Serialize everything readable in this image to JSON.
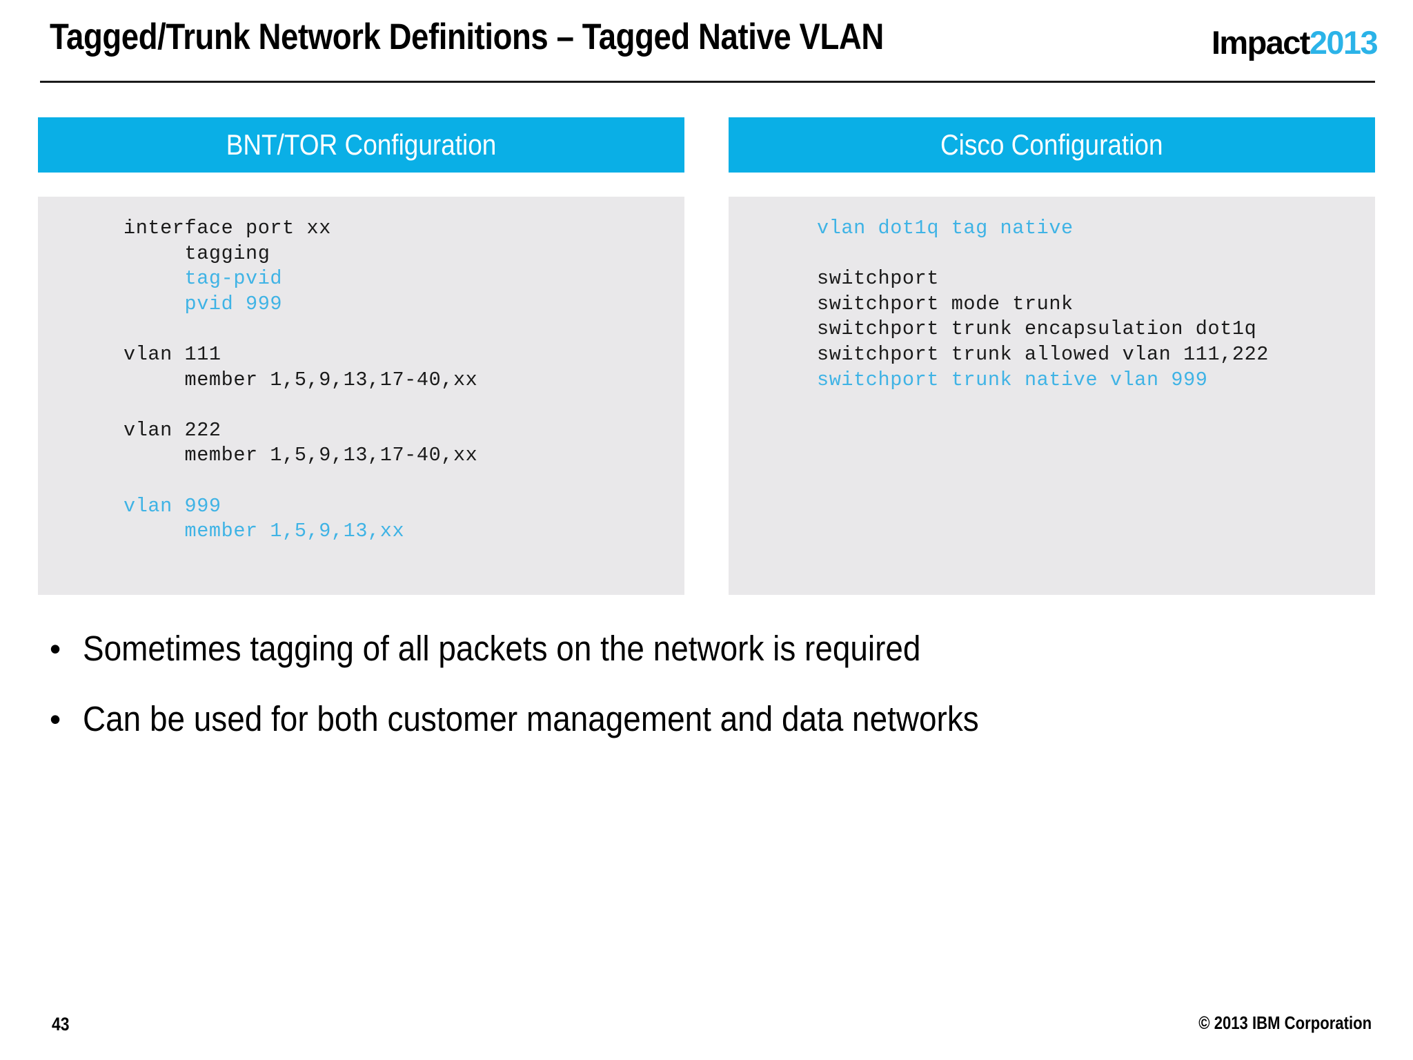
{
  "slide": {
    "title": "Tagged/Trunk Network Definitions – Tagged Native VLAN",
    "page_number": "43",
    "copyright": "© 2013 IBM Corporation",
    "accent_color": "#0AAFE6",
    "code_highlight_color": "#3FB3E5",
    "code_block_background": "#E9E8EA"
  },
  "logo": {
    "name": "Impact",
    "year": "2013",
    "name_color": "#000000",
    "year_color": "#2BB3E8"
  },
  "panels": [
    {
      "id": "bnt",
      "header": "BNT/TOR Configuration",
      "code_lines": [
        {
          "text": "interface port xx",
          "highlight": false
        },
        {
          "text": "     tagging",
          "highlight": false
        },
        {
          "text": "     tag-pvid",
          "highlight": true
        },
        {
          "text": "     pvid 999",
          "highlight": true
        },
        {
          "text": "",
          "highlight": false
        },
        {
          "text": "vlan 111",
          "highlight": false
        },
        {
          "text": "     member 1,5,9,13,17-40,xx",
          "highlight": false
        },
        {
          "text": "",
          "highlight": false
        },
        {
          "text": "vlan 222",
          "highlight": false
        },
        {
          "text": "     member 1,5,9,13,17-40,xx",
          "highlight": false
        },
        {
          "text": "",
          "highlight": false
        },
        {
          "text": "vlan 999",
          "highlight": true
        },
        {
          "text": "     member 1,5,9,13,xx",
          "highlight": true
        }
      ]
    },
    {
      "id": "cisco",
      "header": "Cisco Configuration",
      "code_lines": [
        {
          "text": "vlan dot1q tag native",
          "highlight": true
        },
        {
          "text": "",
          "highlight": false
        },
        {
          "text": "switchport",
          "highlight": false
        },
        {
          "text": "switchport mode trunk",
          "highlight": false
        },
        {
          "text": "switchport trunk encapsulation dot1q",
          "highlight": false
        },
        {
          "text": "switchport trunk allowed vlan 111,222",
          "highlight": false
        },
        {
          "text": "switchport trunk native vlan 999",
          "highlight": true
        }
      ]
    }
  ],
  "bullets": [
    {
      "marker": "•",
      "text": "Sometimes tagging of all packets on the network is required"
    },
    {
      "marker": "•",
      "text": "Can be used for both customer management and data networks"
    }
  ]
}
